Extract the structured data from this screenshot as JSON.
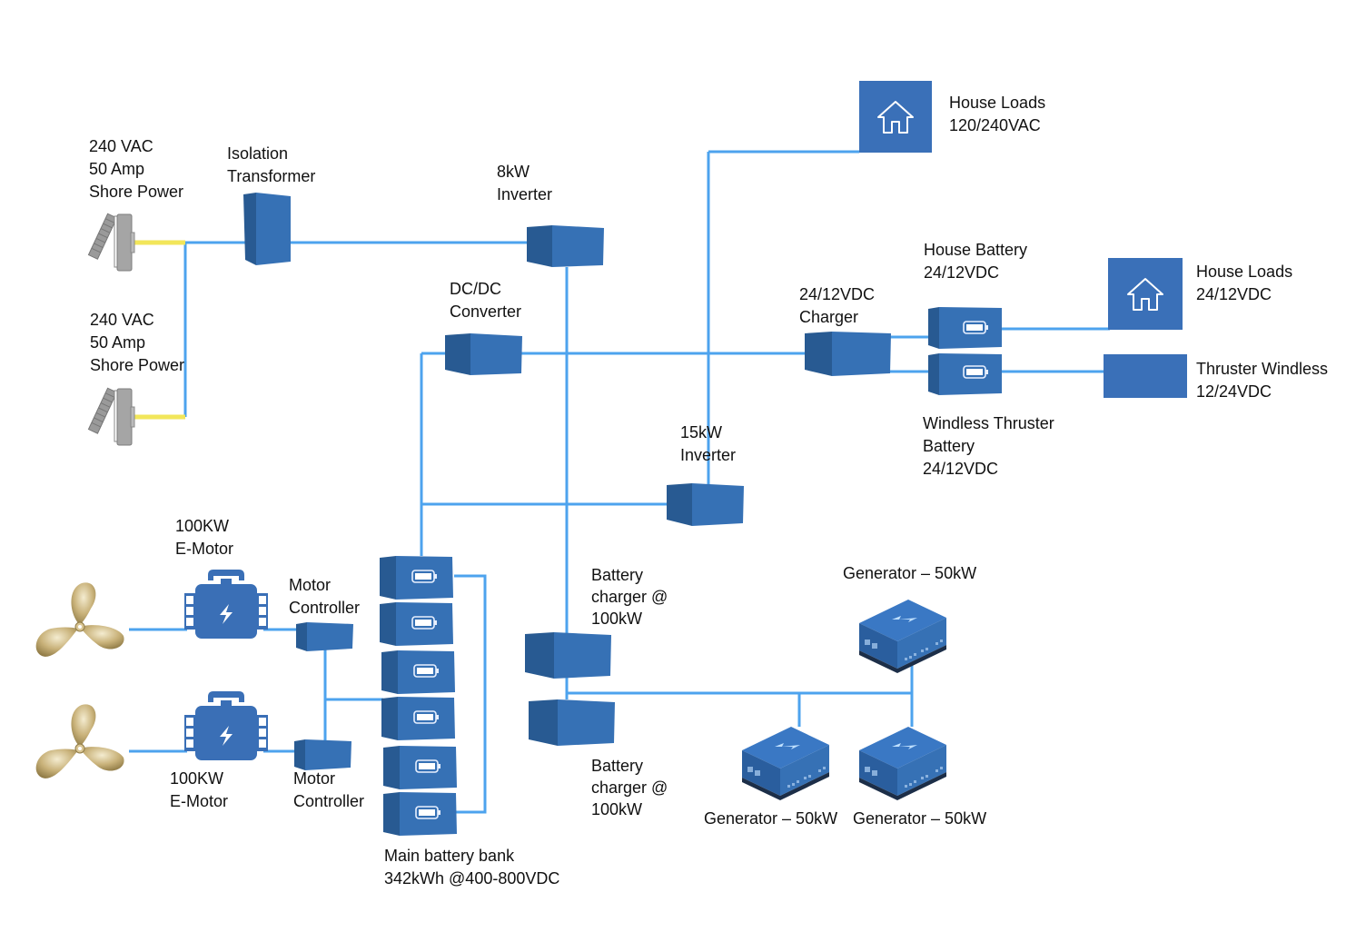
{
  "colors": {
    "wire": "#4da3ee",
    "shore_cable": "#f2e65a",
    "device_front": "#3671b5",
    "device_side": "#285a92",
    "house_box": "#3a70b8"
  },
  "shore_power": [
    {
      "lines": [
        "240 VAC",
        "50 Amp",
        "Shore Power"
      ]
    },
    {
      "lines": [
        "240 VAC",
        "50 Amp",
        "Shore Power"
      ]
    }
  ],
  "isolation_transformer": {
    "lines": [
      "Isolation",
      "Transformer"
    ]
  },
  "inverter_8kw": {
    "lines": [
      "8kW",
      "Inverter"
    ]
  },
  "dcdc_converter": {
    "lines": [
      "DC/DC",
      "Converter"
    ]
  },
  "house_loads_ac": {
    "lines": [
      "House Loads",
      "120/240VAC"
    ],
    "icon": "house-icon"
  },
  "charger_24_12": {
    "lines": [
      "24/12VDC",
      "Charger"
    ]
  },
  "house_battery": {
    "lines": [
      "House Battery",
      "24/12VDC"
    ],
    "icon": "battery-icon"
  },
  "windless_thruster_battery": {
    "lines": [
      "Windless Thruster",
      "Battery",
      "24/12VDC"
    ],
    "icon": "battery-icon"
  },
  "house_loads_dc": {
    "lines": [
      "House Loads",
      "24/12VDC"
    ],
    "icon": "house-icon"
  },
  "thruster_windless": {
    "lines": [
      "Thruster Windless",
      "12/24VDC"
    ]
  },
  "inverter_15kw": {
    "lines": [
      "15kW",
      "Inverter"
    ]
  },
  "emotors": [
    {
      "lines": [
        "100KW",
        "E-Motor"
      ],
      "icon": "lightning-icon"
    },
    {
      "lines": [
        "100KW",
        "E-Motor"
      ],
      "icon": "lightning-icon"
    }
  ],
  "motor_controllers": [
    {
      "lines": [
        "Motor",
        "Controller"
      ]
    },
    {
      "lines": [
        "Motor",
        "Controller"
      ]
    }
  ],
  "propellers": [
    {
      "icon": "propeller-icon"
    },
    {
      "icon": "propeller-icon"
    }
  ],
  "main_battery_bank": {
    "lines": [
      "Main battery bank",
      "342kWh @400-800VDC"
    ],
    "module_count": 6
  },
  "battery_chargers": [
    {
      "lines": [
        "Battery",
        "charger @",
        "100kW"
      ]
    },
    {
      "lines": [
        "Battery",
        "charger @",
        "100kW"
      ]
    }
  ],
  "generators": [
    {
      "label": "Generator – 50kW"
    },
    {
      "label": "Generator – 50kW"
    },
    {
      "label": "Generator – 50kW"
    }
  ]
}
